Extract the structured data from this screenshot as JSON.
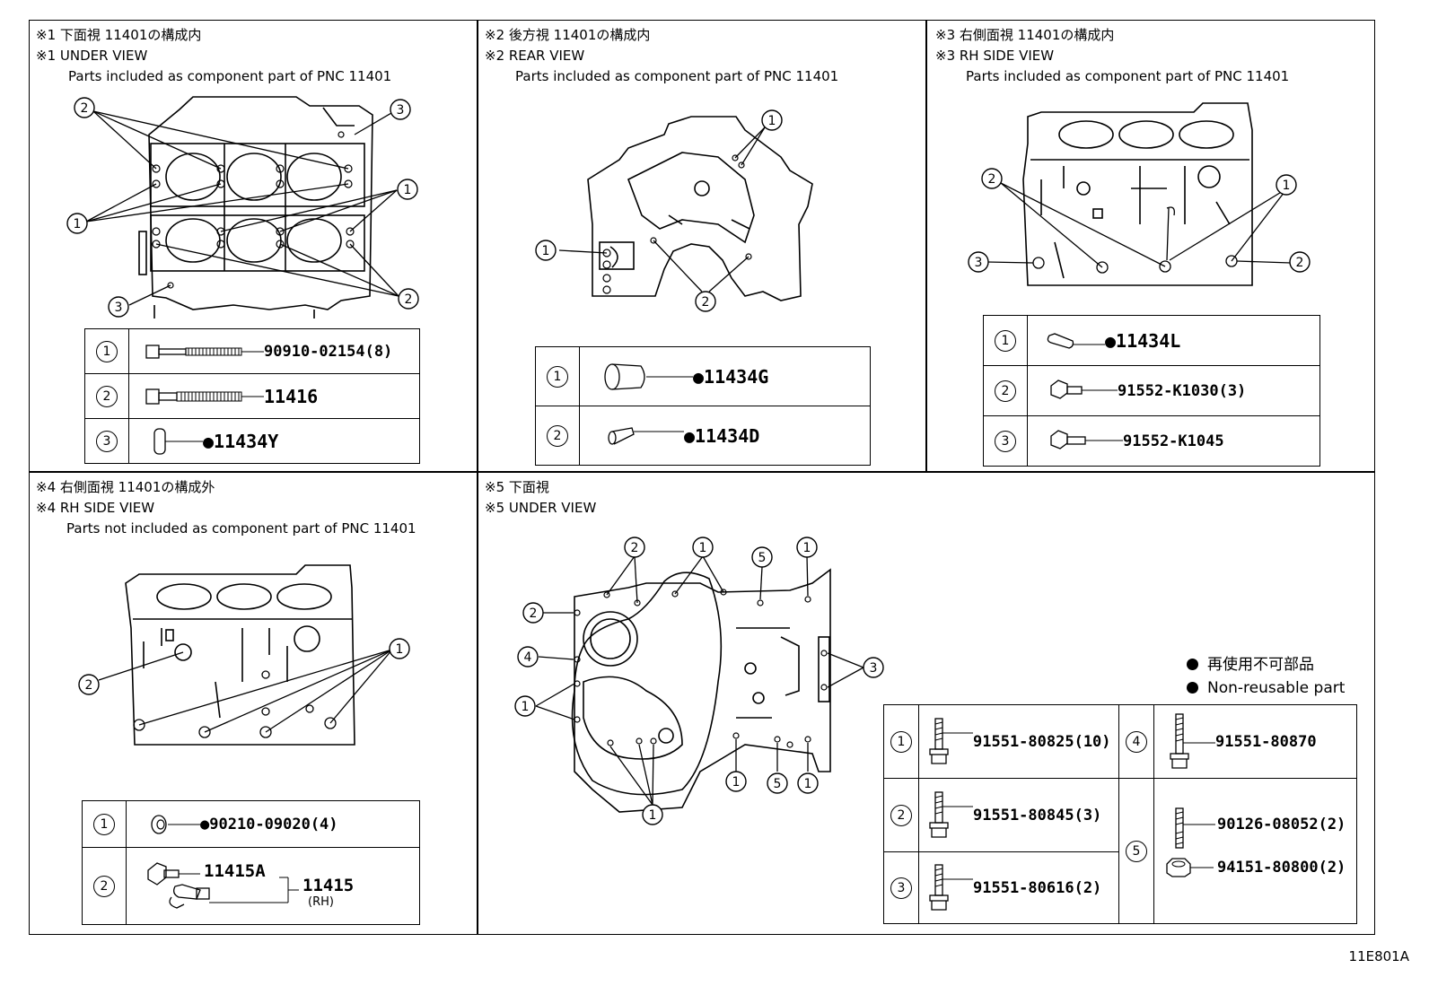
{
  "panels": [
    {
      "line1": "※1 下面視 11401の構成内",
      "line2": "※1 UNDER VIEW",
      "line3": "Parts included as component part of PNC 11401"
    },
    {
      "line1": "※2 後方視 11401の構成内",
      "line2": "※2 REAR VIEW",
      "line3": "Parts included as component part of PNC 11401"
    },
    {
      "line1": "※3 右側面視 11401の構成内",
      "line2": "※3 RH SIDE VIEW",
      "line3": "Parts included as component part of PNC 11401"
    },
    {
      "line1": "※4 右側面視 11401の構成外",
      "line2": "※4 RH SIDE VIEW",
      "line3": "Parts not included as component part of PNC 11401"
    },
    {
      "line1": "※5 下面視",
      "line2": "※5 UNDER VIEW",
      "line3": ""
    }
  ],
  "callouts": {
    "c1": "1",
    "c2": "2",
    "c3": "3",
    "c4": "4",
    "c5": "5"
  },
  "table1": [
    {
      "n": "1",
      "part": "90910-02154(8)"
    },
    {
      "n": "2",
      "part": "11416"
    },
    {
      "n": "3",
      "part": "●11434Y"
    }
  ],
  "table2": [
    {
      "n": "1",
      "part": "●11434G"
    },
    {
      "n": "2",
      "part": "●11434D"
    }
  ],
  "table3": [
    {
      "n": "1",
      "part": "●11434L"
    },
    {
      "n": "2",
      "part": "91552-K1030(3)"
    },
    {
      "n": "3",
      "part": "91552-K1045"
    }
  ],
  "table4": [
    {
      "n": "1",
      "part": "●90210-09020(4)"
    },
    {
      "n": "2",
      "part_a": "11415A",
      "part_b": "11415",
      "part_b_note": "(RH)"
    }
  ],
  "table5": {
    "left": [
      {
        "n": "1",
        "part": "91551-80825(10)"
      },
      {
        "n": "2",
        "part": "91551-80845(3)"
      },
      {
        "n": "3",
        "part": "91551-80616(2)"
      }
    ],
    "right": [
      {
        "n": "4",
        "part": "91551-80870"
      },
      {
        "n": "5",
        "part_a": "90126-08052(2)",
        "part_b": "94151-80800(2)"
      }
    ]
  },
  "legend": {
    "jp": "再使用不可部品",
    "en": "Non-reusable part"
  },
  "figure_code": "11E801A"
}
